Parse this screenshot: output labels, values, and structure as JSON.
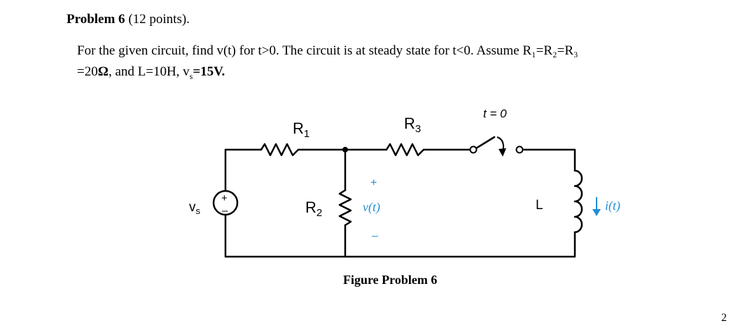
{
  "problem": {
    "title": "Problem 6",
    "points": "(12 points)."
  },
  "statement": {
    "line1": "For the given circuit, find v(t) for t>0.  The circuit is at steady state for t<0.  Assume R₁=R₂=R₃",
    "line2_prefix": "=20",
    "line2_omega": "Ω",
    "line2_suffix": ", and L=10H, v",
    "line2_sub": "s",
    "line2_end": "=15V."
  },
  "circuit": {
    "source_label": "v",
    "source_label_sub": "s",
    "source_plus": "+",
    "source_minus": "–",
    "r1_label": "R",
    "r1_sub": "1",
    "r2_label": "R",
    "r2_sub": "2",
    "r3_label": "R",
    "r3_sub": "3",
    "switch_label": "t = 0",
    "v_plus": "+",
    "v_label": "v(t)",
    "v_minus": "–",
    "l_label": "L",
    "i_label": "i(t)"
  },
  "caption": "Figure Problem 6",
  "page_number": "2"
}
